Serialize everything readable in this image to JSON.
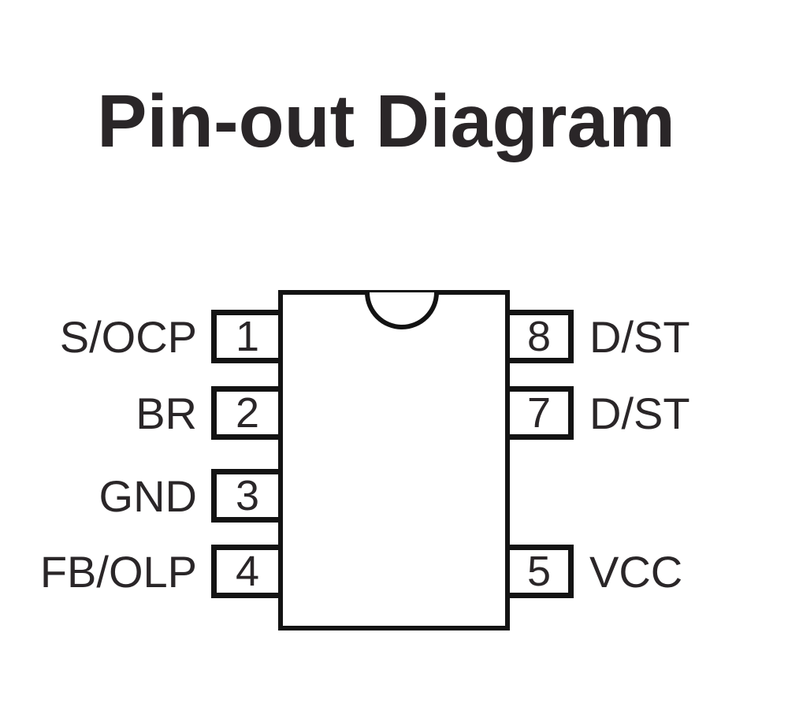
{
  "title": "Pin-out Diagram",
  "colors": {
    "line": "#131313",
    "text": "#2a2628",
    "background": "#ffffff"
  },
  "chip": {
    "left_pins": [
      {
        "number": "1",
        "label": "S/OCP"
      },
      {
        "number": "2",
        "label": "BR"
      },
      {
        "number": "3",
        "label": "GND"
      },
      {
        "number": "4",
        "label": "FB/OLP"
      }
    ],
    "right_pins": [
      {
        "number": "8",
        "label": "D/ST"
      },
      {
        "number": "7",
        "label": "D/ST"
      },
      {
        "number": "5",
        "label": "VCC"
      }
    ]
  }
}
